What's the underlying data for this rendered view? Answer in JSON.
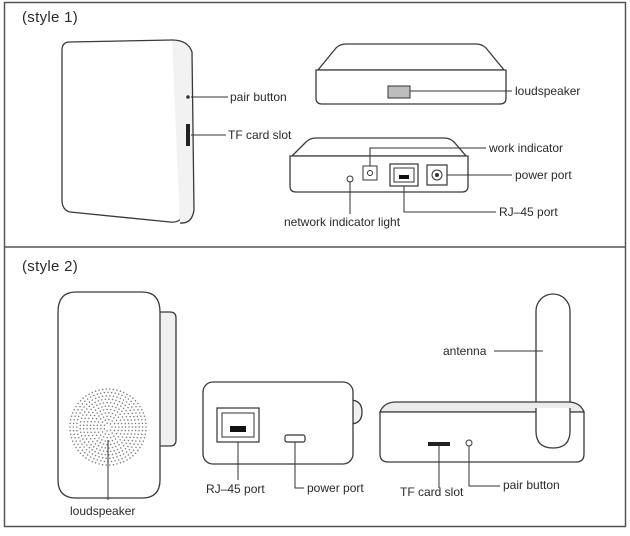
{
  "sections": {
    "style1": "(style 1)",
    "style2": "(style 2)"
  },
  "labels": {
    "pair_button_1": "pair button",
    "tf_card_slot_1": "TF card slot",
    "loudspeaker_1": "loudspeaker",
    "work_indicator": "work indicator",
    "power_port_1": "power port",
    "rj45_port_1": "RJ–45 port",
    "network_indicator": "network indicator light",
    "antenna": "antenna",
    "rj45_port_2": "RJ–45 port",
    "power_port_2": "power port",
    "tf_card_slot_2": "TF card slot",
    "pair_button_2": "pair button",
    "loudspeaker_2": "loudspeaker"
  }
}
